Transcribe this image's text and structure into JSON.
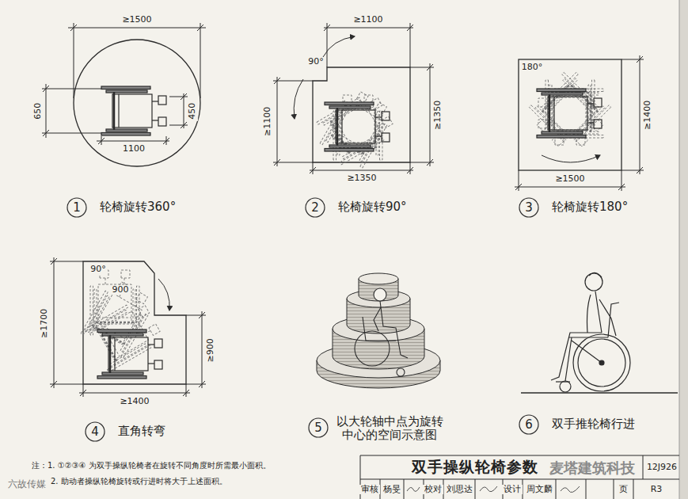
{
  "diagram": {
    "title": "双手操纵轮椅参数",
    "nodes": [
      {
        "text": [
          "1"
        ]
      },
      {
        "text": [
          "2"
        ]
      },
      {
        "text": [
          "3"
        ]
      },
      {
        "text": [
          "4"
        ]
      },
      {
        "text": [
          "5"
        ]
      },
      {
        "text": [
          "6"
        ]
      }
    ],
    "labels": [
      "≥1500",
      "650",
      "450",
      "1100",
      "轮椅旋转360°",
      "≥1100",
      "90°",
      "≥1100",
      "≥1350",
      "≥1350",
      "轮椅旋转90°",
      "180°",
      "≥1400",
      "≥1500",
      "轮椅旋转180°",
      "90°",
      "900",
      "≥1700",
      "≥900",
      "≥1400",
      "直角转弯",
      "以大轮轴中点为旋转 中心的空间示意图",
      "双手推轮椅行进",
      "注：1. ①②③④ 为双手操纵轮椅者在旋转不同角度时所需最小面积。",
      "2. 助动者操纵轮椅旋转或行进时将大于上述面积。",
      "12J926",
      "审核",
      "杨旻",
      "校对",
      "刘思达",
      "设计",
      "周文麟",
      "页",
      "R3",
      "麦塔建筑科技",
      "六故传媒"
    ]
  }
}
